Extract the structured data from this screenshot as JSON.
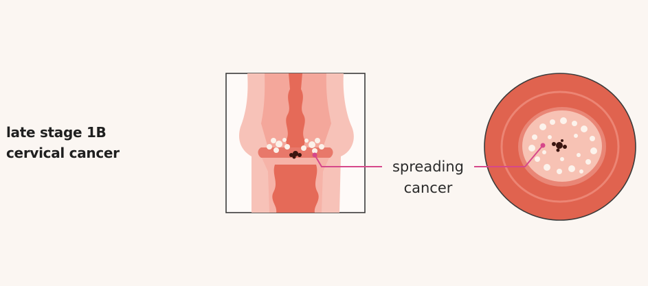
{
  "title": {
    "line1": "late stage 1B",
    "line2": "cervical cancer"
  },
  "callout": {
    "line1": "spreading",
    "line2": "cancer"
  },
  "colors": {
    "background": "#fbf6f2",
    "callout_line": "#d6478a",
    "tissue_light": "#f6b8ae",
    "tissue_mid": "#ec8a7c",
    "tissue_dark": "#e06453",
    "tumor": "#3b1510"
  }
}
